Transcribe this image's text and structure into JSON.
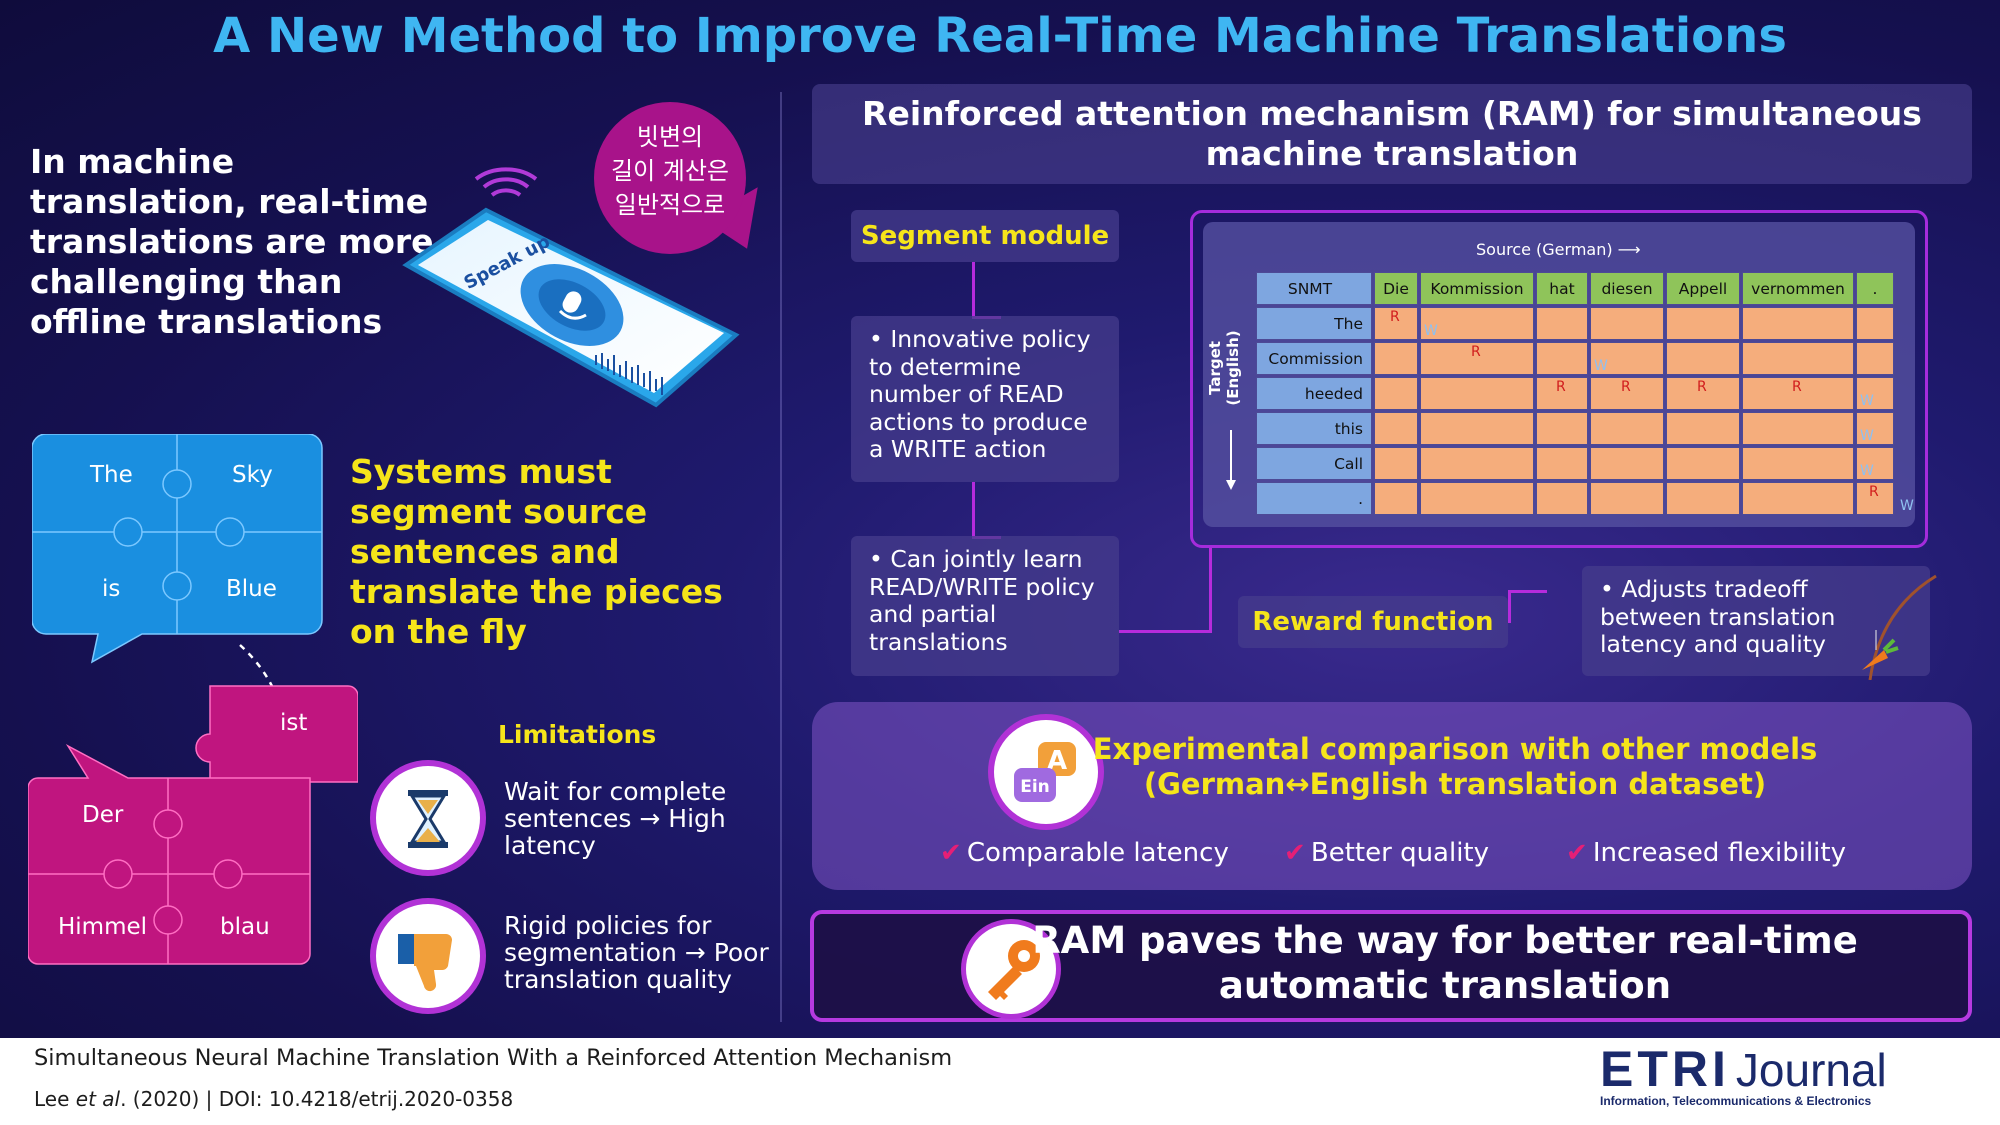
{
  "title": "A New Method to Improve Real-Time Machine Translations",
  "left": {
    "intro": "In machine translation, real-time translations are more challenging than offline translations",
    "bubble_text": [
      "빗변의",
      "길이 계산은",
      "일반적으로"
    ],
    "phone_label": "Speak up",
    "puzzle_en": [
      "The",
      "Sky",
      "is",
      "Blue"
    ],
    "puzzle_de": [
      "ist",
      "Der",
      "Himmel",
      "blau"
    ],
    "segment_heading": "Systems must segment source sentences and translate the pieces on the fly",
    "limitations_title": "Limitations",
    "limitations": [
      {
        "icon": "hourglass-icon",
        "text": "Wait for complete sentences → High latency"
      },
      {
        "icon": "thumbs-down-icon",
        "text": "Rigid policies for segmentation → Poor translation quality"
      }
    ]
  },
  "right": {
    "panel_title": "Reinforced attention mechanism (RAM) for simultaneous machine translation",
    "segment_module": "Segment module",
    "bullet1": "• Innovative policy to determine number of READ actions to produce a WRITE action",
    "bullet2": "• Can jointly learn READ/WRITE policy and partial translations",
    "reward_function": "Reward function",
    "reward_bullet": "• Adjusts tradeoff between translation latency and quality",
    "table": {
      "source_label": "Source (German)",
      "target_label": "Target (English)",
      "corner": "SNMT",
      "columns": [
        "Die",
        "Kommission",
        "hat",
        "diesen",
        "Appell",
        "vernommen",
        "."
      ],
      "rows": [
        "The",
        "Commission",
        "heeded",
        "this",
        "Call",
        "."
      ],
      "read_mark": "R",
      "write_mark": "W"
    },
    "experiment_title_1": "Experimental comparison with other models",
    "experiment_title_2": "(German↔English translation dataset)",
    "experiment_icon_labels": [
      "A",
      "Ein"
    ],
    "results": [
      "Comparable latency",
      "Better quality",
      "Increased flexibility"
    ],
    "conclusion": "RAM paves the way for better real-time automatic translation"
  },
  "footer": {
    "paper_title": "Simultaneous Neural Machine Translation With a Reinforced Attention Mechanism",
    "citation_prefix": "Lee ",
    "citation_etal": "et al",
    "citation_suffix": ". (2020)  |  DOI: 10.4218/etrij.2020-0358",
    "logo_main": "ETRI",
    "logo_journal": "Journal",
    "logo_sub": "Information, Telecommunications & Electronics"
  },
  "colors": {
    "title_blue": "#3fb6f2",
    "highlight_yellow": "#f6e51a",
    "magenta": "#c0157f",
    "puzzle_blue": "#1a8fe0",
    "orange_cell": "#f5ad7c",
    "check_pink": "#e51f76"
  }
}
